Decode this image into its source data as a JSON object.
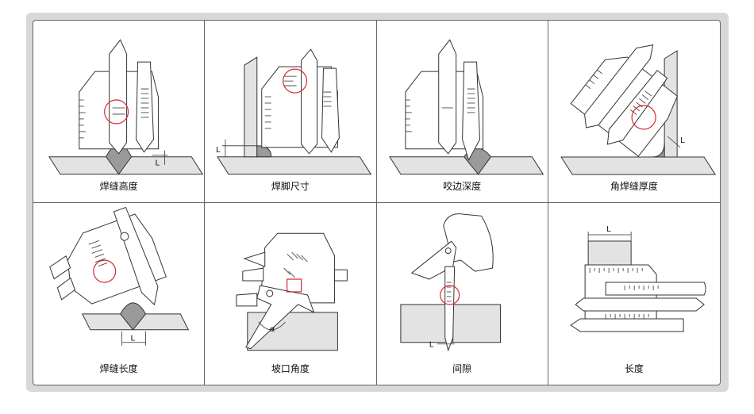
{
  "panels": [
    {
      "caption": "焊缝高度",
      "dim": "L"
    },
    {
      "caption": "焊脚尺寸",
      "dim": "L"
    },
    {
      "caption": "咬边深度",
      "dim": ""
    },
    {
      "caption": "角焊缝厚度",
      "dim": "L"
    },
    {
      "caption": "焊缝长度",
      "dim": "L"
    },
    {
      "caption": "坡口角度",
      "dim": "α"
    },
    {
      "caption": "间隙",
      "dim": "L"
    },
    {
      "caption": "长度",
      "dim": "L"
    }
  ],
  "colors": {
    "highlight": "#d9272e",
    "plate": "#e3e3e3",
    "weld": "#9a9a9a",
    "line": "#333333"
  }
}
